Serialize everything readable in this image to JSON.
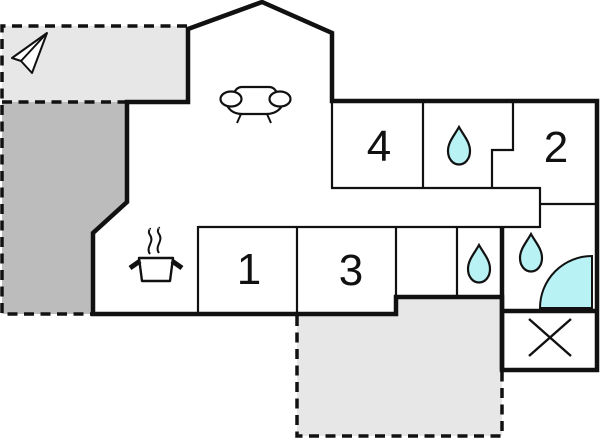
{
  "floor_plan": {
    "type": "house-floor-plan",
    "rooms": [
      {
        "label": "1"
      },
      {
        "label": "2"
      },
      {
        "label": "3"
      },
      {
        "label": "4"
      }
    ],
    "icons": [
      "north-arrow-icon",
      "sofa-icon",
      "stove-icon",
      "water-drop-icon-top-wc",
      "water-drop-icon-middle-wc",
      "water-drop-icon-bathroom",
      "door-swing-icon",
      "cross-icon"
    ]
  },
  "colors": {
    "wall": "#111111",
    "terrace_light": "#e7e7e7",
    "terrace_dark": "#bcbcbc",
    "water": "#b8f2f4",
    "background": "#ffffff"
  }
}
